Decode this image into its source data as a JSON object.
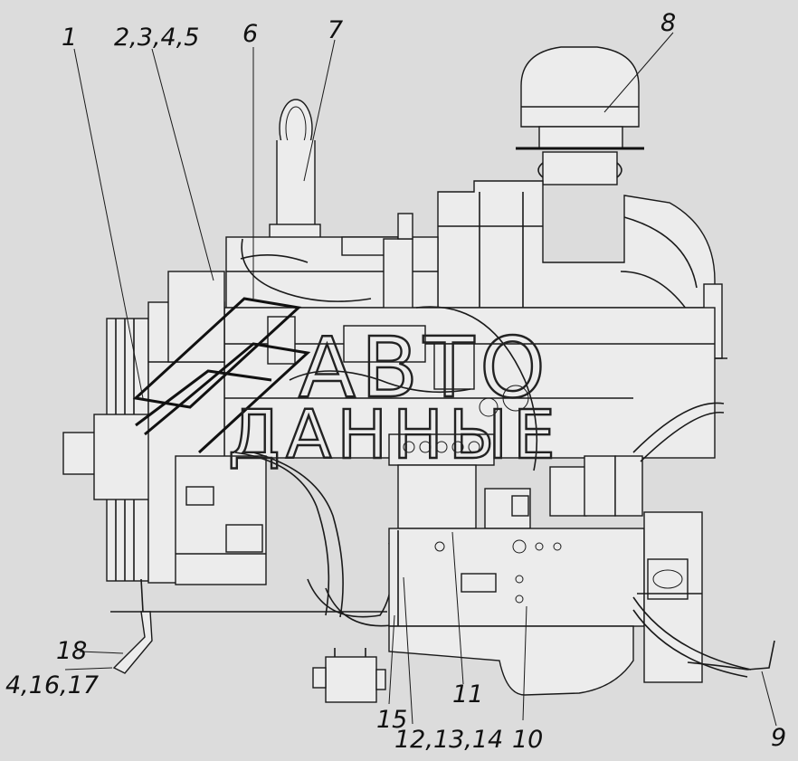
{
  "colors": {
    "background": "#dcdcdc",
    "line": "#1a1a1a"
  },
  "watermark": {
    "line1": "АВТО",
    "line2": "ДАННЫЕ"
  },
  "callouts": [
    {
      "id": "1",
      "label": "1"
    },
    {
      "id": "2",
      "label": "2,3,4,5"
    },
    {
      "id": "6",
      "label": "6"
    },
    {
      "id": "7",
      "label": "7"
    },
    {
      "id": "8",
      "label": "8"
    },
    {
      "id": "9",
      "label": "9"
    },
    {
      "id": "10",
      "label": "10"
    },
    {
      "id": "11",
      "label": "11"
    },
    {
      "id": "12",
      "label": "12,13,14"
    },
    {
      "id": "15",
      "label": "15"
    },
    {
      "id": "18",
      "label": "18"
    },
    {
      "id": "4",
      "label": "4,16,17"
    }
  ]
}
